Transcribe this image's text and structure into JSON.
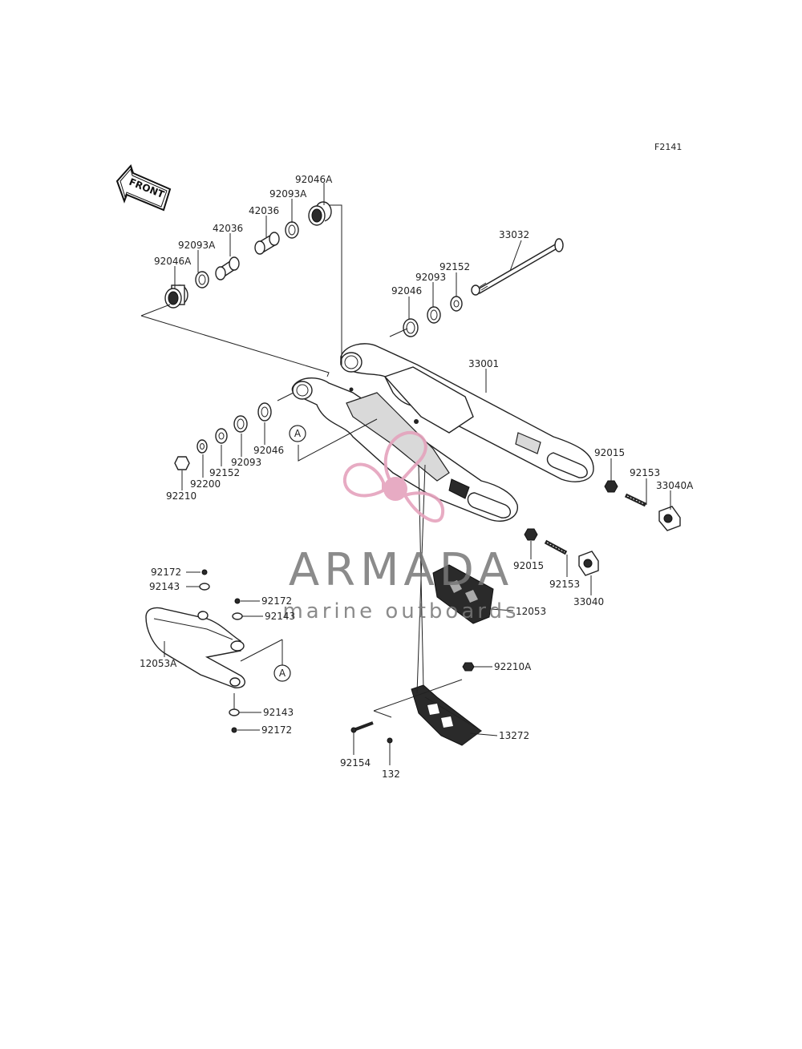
{
  "figure_code": "F2141",
  "front_label": "FRONT",
  "ref_marker": "A",
  "watermark": {
    "brand": "ARMADA",
    "tagline": "marine outboards",
    "brand_color": "#777777",
    "logo_color": "#e5a3bd"
  },
  "part_labels": {
    "p92046A_top": "92046A",
    "p92093A_top": "92093A",
    "p42036_top": "42036",
    "p42036_left": "42036",
    "p92093A_left": "92093A",
    "p92046A_left": "92046A",
    "p33032": "33032",
    "p92152_right": "92152",
    "p92093_right": "92093",
    "p92046_right": "92046",
    "p33001": "33001",
    "p92015_right": "92015",
    "p92153_right": "92153",
    "p33040A": "33040A",
    "p92046_left": "92046",
    "p92093_left": "92093",
    "p92152_left": "92152",
    "p92200": "92200",
    "p92210": "92210",
    "p92015_mid": "92015",
    "p92153_mid": "92153",
    "p33040": "33040",
    "p12053": "12053",
    "p92172_a": "92172",
    "p92143_a": "92143",
    "p92172_b": "92172",
    "p92143_b": "92143",
    "p12053A": "12053A",
    "p92143_c": "92143",
    "p92172_c": "92172",
    "p92210A": "92210A",
    "p13272": "13272",
    "p92154": "92154",
    "p132": "132"
  }
}
